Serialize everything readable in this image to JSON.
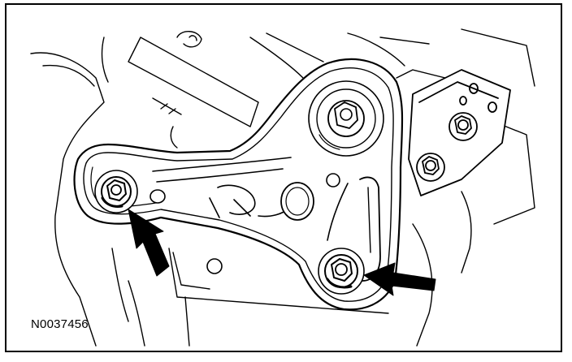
{
  "figure": {
    "id_label": "N0037456",
    "callouts": [
      {
        "name": "left-bolt-arrow",
        "points_to": "left-mount-bolt"
      },
      {
        "name": "lower-bolt-arrow",
        "points_to": "lower-mount-bolt"
      }
    ]
  },
  "colors": {
    "line": "#000000",
    "fill": "#ffffff"
  }
}
